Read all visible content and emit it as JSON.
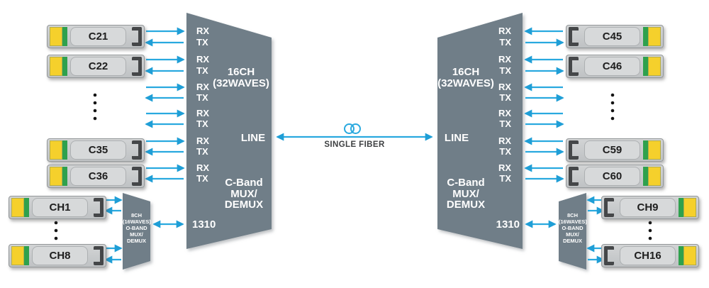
{
  "colors": {
    "arrow": "#29a9df",
    "mux_body": "#6f7e88",
    "module_yellow": "#f5d02c",
    "module_green": "#2fa14d",
    "module_body": "#c9cbcd",
    "connector_dark": "#454749"
  },
  "center": {
    "fiber_label": "SINGLE FIBER"
  },
  "left": {
    "c_modules": [
      {
        "label": "C21"
      },
      {
        "label": "C22"
      },
      {
        "label": "C35"
      },
      {
        "label": "C36"
      }
    ],
    "ch_modules": [
      {
        "label": "CH1"
      },
      {
        "label": "CH8"
      }
    ],
    "mux": {
      "title1": "16CH",
      "title2": "(32WAVES)",
      "line_label": "LINE",
      "band1": "C-Band",
      "band2": "MUX/",
      "band3": "DEMUX",
      "label_1310": "1310",
      "ports": [
        {
          "rx": "RX",
          "tx": "TX"
        },
        {
          "rx": "RX",
          "tx": "TX"
        },
        {
          "rx": "RX",
          "tx": "TX"
        },
        {
          "rx": "RX",
          "tx": "TX"
        },
        {
          "rx": "RX",
          "tx": "TX"
        },
        {
          "rx": "RX",
          "tx": "TX"
        }
      ]
    },
    "omux": {
      "l1": "8CH",
      "l2": "(16WAVES)",
      "l3": "O-BAND",
      "l4": "MUX/",
      "l5": "DEMUX"
    }
  },
  "right": {
    "c_modules": [
      {
        "label": "C45"
      },
      {
        "label": "C46"
      },
      {
        "label": "C59"
      },
      {
        "label": "C60"
      }
    ],
    "ch_modules": [
      {
        "label": "CH9"
      },
      {
        "label": "CH16"
      }
    ],
    "mux": {
      "title1": "16CH",
      "title2": "(32WAVES)",
      "line_label": "LINE",
      "band1": "C-Band",
      "band2": "MUX/",
      "band3": "DEMUX",
      "label_1310": "1310",
      "ports": [
        {
          "rx": "RX",
          "tx": "TX"
        },
        {
          "rx": "RX",
          "tx": "TX"
        },
        {
          "rx": "RX",
          "tx": "TX"
        },
        {
          "rx": "RX",
          "tx": "TX"
        },
        {
          "rx": "RX",
          "tx": "TX"
        },
        {
          "rx": "RX",
          "tx": "TX"
        }
      ]
    },
    "omux": {
      "l1": "8CH",
      "l2": "(16WAVES)",
      "l3": "O-BAND",
      "l4": "MUX/",
      "l5": "DEMUX"
    }
  }
}
